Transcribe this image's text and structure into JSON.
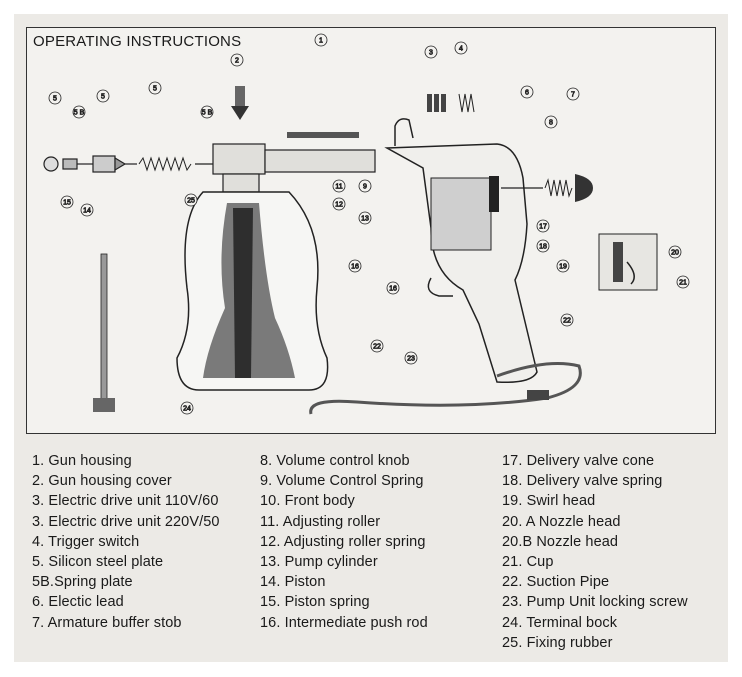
{
  "diagram": {
    "title": "OPERATING INSTRUCTIONS",
    "callouts": [
      "1",
      "2",
      "3",
      "4",
      "5",
      "5",
      "5",
      "5 B",
      "5 B",
      "6",
      "7",
      "8",
      "9",
      "11",
      "12",
      "13",
      "14",
      "15",
      "16",
      "16",
      "17",
      "18",
      "19",
      "20",
      "21",
      "22",
      "22",
      "23",
      "24",
      "25"
    ]
  },
  "legend": {
    "col1": [
      "1.  Gun housing",
      "2.  Gun housing cover",
      "3.  Electric drive unit 110V/60",
      "3.  Electric drive unit 220V/50",
      "4.  Trigger switch",
      "5.  Silicon steel plate",
      "5B.Spring plate",
      "6.  Electic  lead",
      "7. Armature buffer stob"
    ],
    "col2": [
      "8.  Volume control knob",
      "9.  Volume Control Spring",
      "10.  Front  body",
      "11.  Adjusting roller",
      "12.  Adjusting roller spring",
      "13.  Pump cylinder",
      "14.  Piston",
      "15.  Piston spring",
      "16.  Intermediate push rod"
    ],
    "col3": [
      "17.  Delivery  valve  cone",
      "18.  Delivery  valve  spring",
      "19.  Swirl  head",
      "20. A Nozzle head",
      "20.B  Nozzle head",
      "21.  Cup",
      "22.  Suction Pipe",
      "23.  Pump Unit locking screw",
      "24.  Terminal  bock",
      "25. Fixing rubber"
    ]
  }
}
